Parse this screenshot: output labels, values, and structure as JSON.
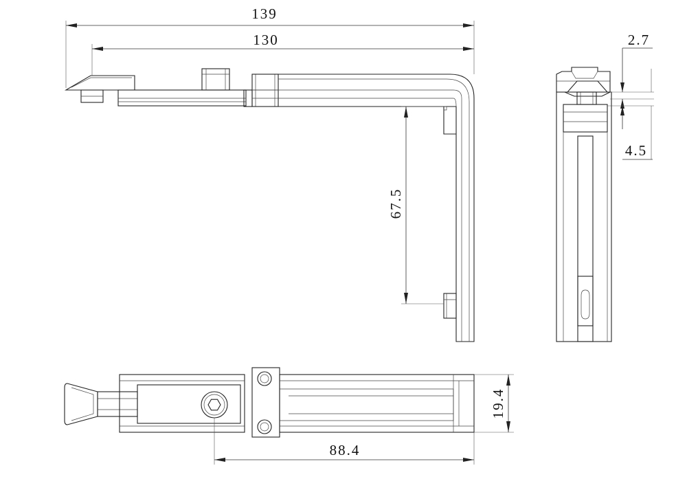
{
  "dimensions": {
    "overall_length": "139",
    "arm_length": "130",
    "drop_height": "67.5",
    "top_offset": "2.7",
    "plate_thickness": "4.5",
    "width": "19.4",
    "base_length": "88.4"
  }
}
